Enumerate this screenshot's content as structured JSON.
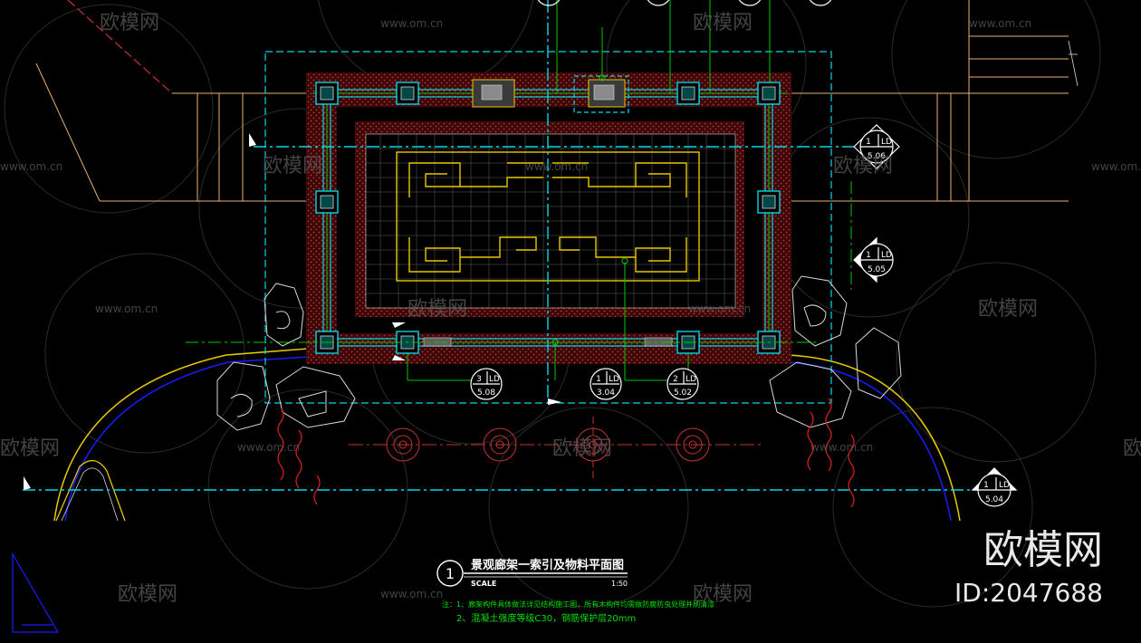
{
  "drawing": {
    "title": "景观廊架一索引及物料平面图",
    "number": "1",
    "scale_label": "SCALE",
    "scale_value": "1:50",
    "notes": [
      "注：1、廊架构件具体做法详见结构施工图，所有木构件均需做防腐防虫处理并刷清漆",
      "2、混凝土强度等级C30，钢筋保护层20mm"
    ]
  },
  "section_markers": [
    {
      "id": "1",
      "sheet": "LD",
      "ref": "5.06"
    },
    {
      "id": "1",
      "sheet": "LD",
      "ref": "5.05"
    },
    {
      "id": "1",
      "sheet": "LD",
      "ref": "5.04"
    }
  ],
  "detail_markers": [
    {
      "id": "3",
      "sheet": "LD",
      "ref": "5.08"
    },
    {
      "id": "1",
      "sheet": "LD",
      "ref": "3.04"
    },
    {
      "id": "2",
      "sheet": "LD",
      "ref": "5.02"
    }
  ],
  "watermark": {
    "brand": "欧模网",
    "url": "www.om.cn",
    "id_label": "ID:2047688"
  },
  "colors": {
    "background": "#000000",
    "axis_cyan": "#00d8e8",
    "grid_green": "#00c800",
    "paving_red": "#c83232",
    "pattern_yellow": "#e6c800",
    "outline_white": "#d8d8d8",
    "road_orange": "#e8b070",
    "arc_blue": "#1a1aff"
  }
}
